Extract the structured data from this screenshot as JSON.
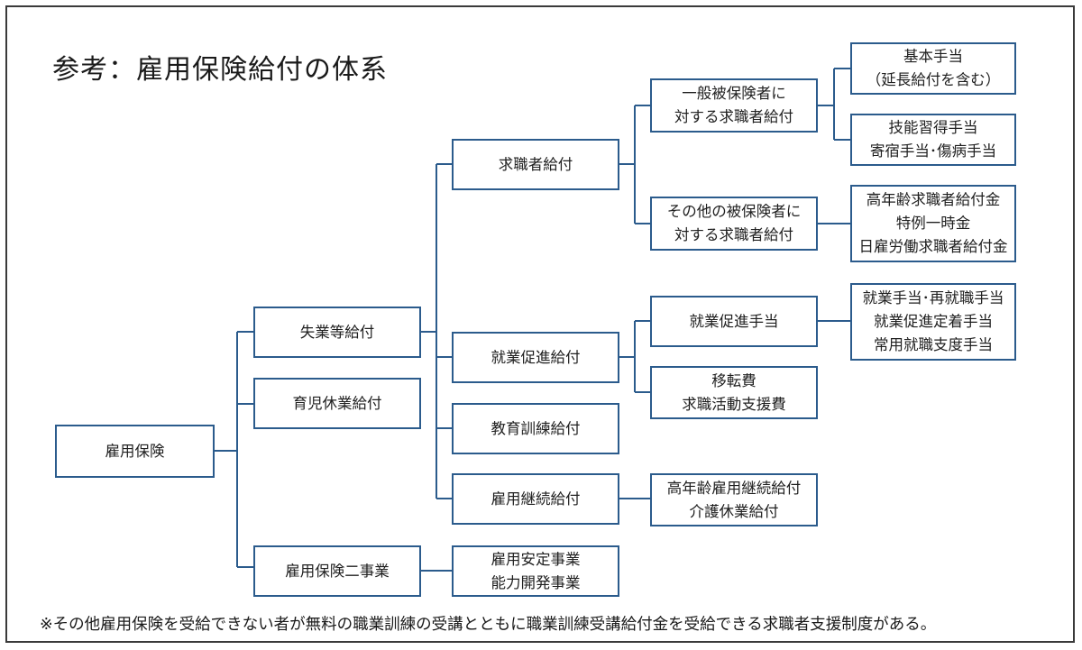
{
  "title": "参考：雇用保険給付の体系",
  "footnote": "※その他雇用保険を受給できない者が無料の職業訓練の受講とともに職業訓練受講給付金を受給できる求職者支援制度がある。",
  "nodes": {
    "root": [
      "雇用保険"
    ],
    "unemployment": [
      "失業等給付"
    ],
    "childcare": [
      "育児休業給付"
    ],
    "two_projects": [
      "雇用保険二事業"
    ],
    "jobseeker": [
      "求職者給付"
    ],
    "reemployment": [
      "就業促進給付"
    ],
    "education": [
      "教育訓練給付"
    ],
    "continuation": [
      "雇用継続給付"
    ],
    "two_projects_detail": [
      "雇用安定事業",
      "能力開発事業"
    ],
    "general_insured": [
      "一般被保険者に",
      "対する求職者給付"
    ],
    "other_insured": [
      "その他の被保険者に",
      "対する求職者給付"
    ],
    "reemployment_allowance": [
      "就業促進手当"
    ],
    "relocation": [
      "移転費",
      "求職活動支援費"
    ],
    "continuation_detail": [
      "高年齢雇用継続給付",
      "介護休業給付"
    ],
    "basic_allowance": [
      "基本手当",
      "（延長給付を含む）"
    ],
    "skill_allowance": [
      "技能習得手当",
      "寄宿手当･傷病手当"
    ],
    "other_benefits": [
      "高年齢求職者給付金",
      "特例一時金",
      "日雇労働求職者給付金"
    ],
    "reemployment_detail": [
      "就業手当･再就職手当",
      "就業促進定着手当",
      "常用就職支度手当"
    ]
  }
}
